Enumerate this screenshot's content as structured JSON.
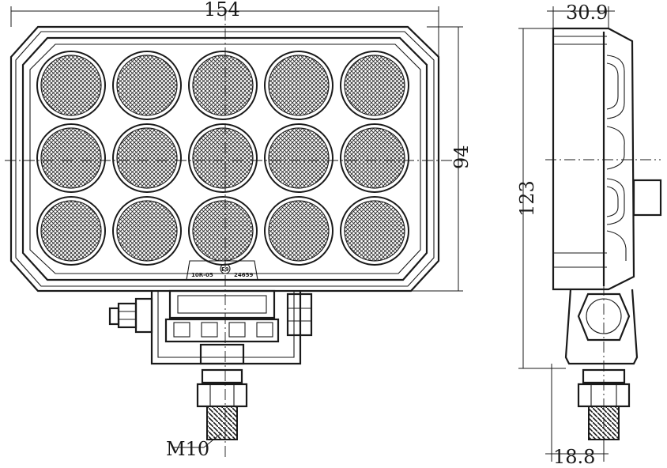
{
  "dimensions": {
    "width": "154",
    "height_lens": "94",
    "height_total": "123",
    "depth": "30.9",
    "bracket_width": "18.8",
    "thread": "M10"
  },
  "markings": {
    "left_code": "10R-05",
    "emark": "E9",
    "right_code": "24659"
  },
  "led_grid": {
    "rows": 3,
    "cols": 5
  },
  "colors": {
    "line": "#1a1a1a",
    "background": "#ffffff"
  }
}
